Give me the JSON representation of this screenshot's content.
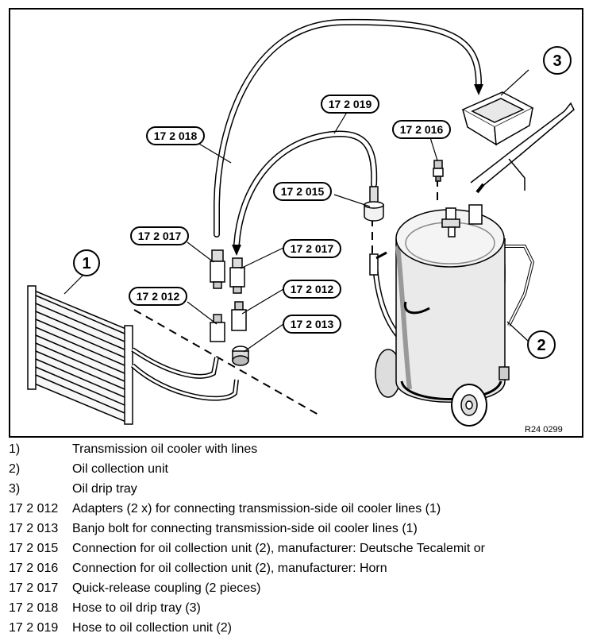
{
  "figure": {
    "reference": "R24 0299",
    "callouts": [
      {
        "id": "c-172018",
        "label": "17 2 018"
      },
      {
        "id": "c-172019",
        "label": "17 2 019"
      },
      {
        "id": "c-172016",
        "label": "17 2 016"
      },
      {
        "id": "c-172015",
        "label": "17 2 015"
      },
      {
        "id": "c-172017a",
        "label": "17 2 017"
      },
      {
        "id": "c-172017b",
        "label": "17 2 017"
      },
      {
        "id": "c-172012a",
        "label": "17 2 012"
      },
      {
        "id": "c-172012b",
        "label": "17 2 012"
      },
      {
        "id": "c-172013",
        "label": "17 2 013"
      }
    ],
    "numbers": [
      {
        "id": "n1",
        "label": "1"
      },
      {
        "id": "n2",
        "label": "2"
      },
      {
        "id": "n3",
        "label": "3"
      }
    ]
  },
  "legend": [
    {
      "key": "1)",
      "desc": "Transmission oil cooler with lines"
    },
    {
      "key": "2)",
      "desc": "Oil collection unit"
    },
    {
      "key": "3)",
      "desc": "Oil drip tray"
    },
    {
      "key": "17 2 012",
      "desc": "Adapters (2 x) for connecting transmission-side oil cooler lines (1)"
    },
    {
      "key": "17 2 013",
      "desc": "Banjo bolt for connecting transmission-side oil cooler lines (1)"
    },
    {
      "key": "17 2 015",
      "desc": "Connection for oil collection unit (2), manufacturer: Deutsche Tecalemit or"
    },
    {
      "key": "17 2 016",
      "desc": "Connection for oil collection unit (2), manufacturer: Horn"
    },
    {
      "key": "17 2 017",
      "desc": "Quick-release coupling (2 pieces)"
    },
    {
      "key": "17 2 018",
      "desc": "Hose to oil drip tray (3)"
    },
    {
      "key": "17 2 019",
      "desc": "Hose to oil collection unit (2)"
    }
  ]
}
